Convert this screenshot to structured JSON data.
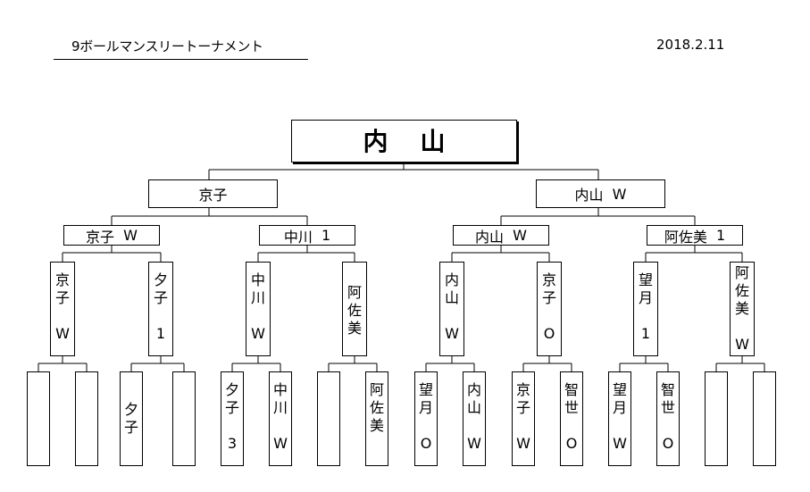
{
  "header": {
    "title": "9ボールマンスリートーナメント",
    "date": "2018.2.11"
  },
  "champion": "内山",
  "final": {
    "left": {
      "name": "京子",
      "result": ""
    },
    "right": {
      "name": "内山",
      "result": "W"
    }
  },
  "semifinals": [
    {
      "name": "京子",
      "result": "W"
    },
    {
      "name": "中川",
      "result": "1"
    },
    {
      "name": "内山",
      "result": "W"
    },
    {
      "name": "阿佐美",
      "result": "1"
    }
  ],
  "quarterfinals": [
    {
      "name": "京\n子",
      "result": "W"
    },
    {
      "name": "夕\n子",
      "result": "1"
    },
    {
      "name": "中\n川",
      "result": "W"
    },
    {
      "name": "阿\n佐\n美",
      "result": ""
    },
    {
      "name": "内\n山",
      "result": "W"
    },
    {
      "name": "京\n子",
      "result": "O"
    },
    {
      "name": "望\n月",
      "result": "1"
    },
    {
      "name": "阿\n佐\n美",
      "result": "W"
    }
  ],
  "first_round": [
    {
      "name": "",
      "result": ""
    },
    {
      "name": "",
      "result": ""
    },
    {
      "name": "夕\n子",
      "result": ""
    },
    {
      "name": "",
      "result": ""
    },
    {
      "name": "夕\n子",
      "result": "3"
    },
    {
      "name": "中\n川",
      "result": "W"
    },
    {
      "name": "",
      "result": ""
    },
    {
      "name": "阿\n佐\n美",
      "result": ""
    },
    {
      "name": "望\n月",
      "result": "O"
    },
    {
      "name": "内\n山",
      "result": "W"
    },
    {
      "name": "京\n子",
      "result": "W"
    },
    {
      "name": "智\n世",
      "result": "O"
    },
    {
      "name": "望\n月",
      "result": "W"
    },
    {
      "name": "智\n世",
      "result": "O"
    },
    {
      "name": "",
      "result": ""
    },
    {
      "name": "",
      "result": ""
    }
  ]
}
